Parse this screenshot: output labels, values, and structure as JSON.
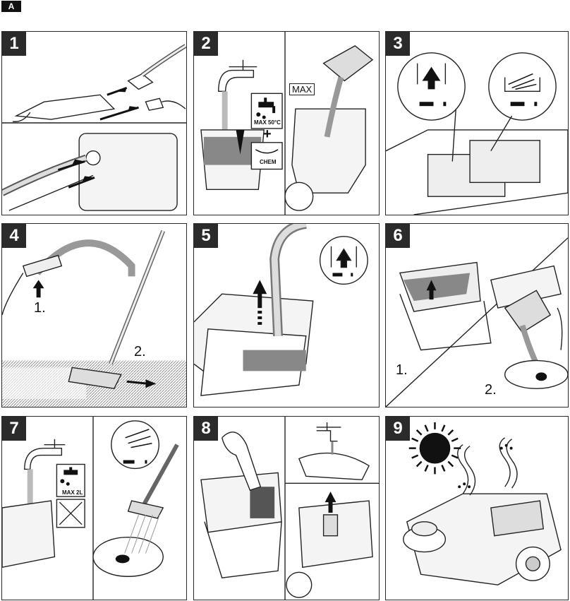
{
  "figure": {
    "label": "A"
  },
  "panels": [
    {
      "number": "1"
    },
    {
      "number": "2",
      "icon_text": "MAX 50°C",
      "icon_name": "tap-water-icon",
      "detergent_text": "CHEM",
      "plus": "+",
      "level_mark": "MAX"
    },
    {
      "number": "3"
    },
    {
      "number": "4",
      "step1": "1.",
      "step2": "2."
    },
    {
      "number": "5"
    },
    {
      "number": "6",
      "step1": "1.",
      "step2": "2."
    },
    {
      "number": "7",
      "icon_text": "MAX 2L"
    },
    {
      "number": "8"
    },
    {
      "number": "9"
    }
  ]
}
